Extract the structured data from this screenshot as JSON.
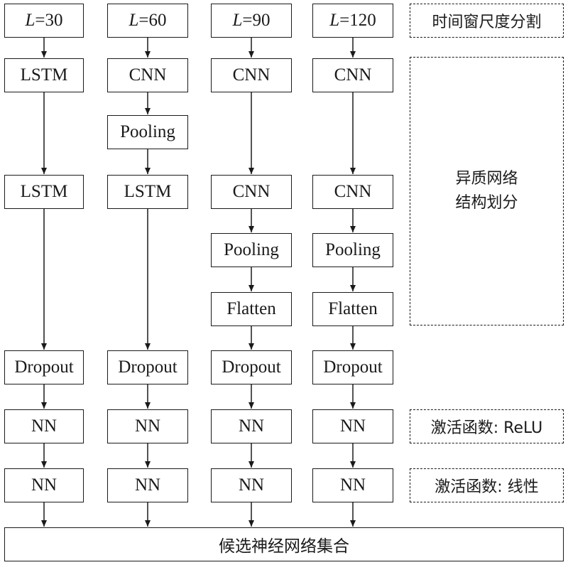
{
  "columns": [
    {
      "window": {
        "variable": "L",
        "value": "=30"
      },
      "layers": [
        "LSTM",
        "LSTM",
        "Dropout",
        "NN",
        "NN"
      ]
    },
    {
      "window": {
        "variable": "L",
        "value": "=60"
      },
      "layers": [
        "CNN",
        "Pooling",
        "LSTM",
        "Dropout",
        "NN",
        "NN"
      ]
    },
    {
      "window": {
        "variable": "L",
        "value": "=90"
      },
      "layers": [
        "CNN",
        "CNN",
        "Pooling",
        "Flatten",
        "Dropout",
        "NN",
        "NN"
      ]
    },
    {
      "window": {
        "variable": "L",
        "value": "=120"
      },
      "layers": [
        "CNN",
        "CNN",
        "Pooling",
        "Flatten",
        "Dropout",
        "NN",
        "NN"
      ]
    }
  ],
  "notes": {
    "window_split": "时间窗尺度分割",
    "hetero_line1": "异质网络",
    "hetero_line2": "结构划分",
    "activation_relu": "激活函数: ReLU",
    "activation_linear": "激活函数: 线性"
  },
  "output": {
    "label": "候选神经网络集合"
  }
}
